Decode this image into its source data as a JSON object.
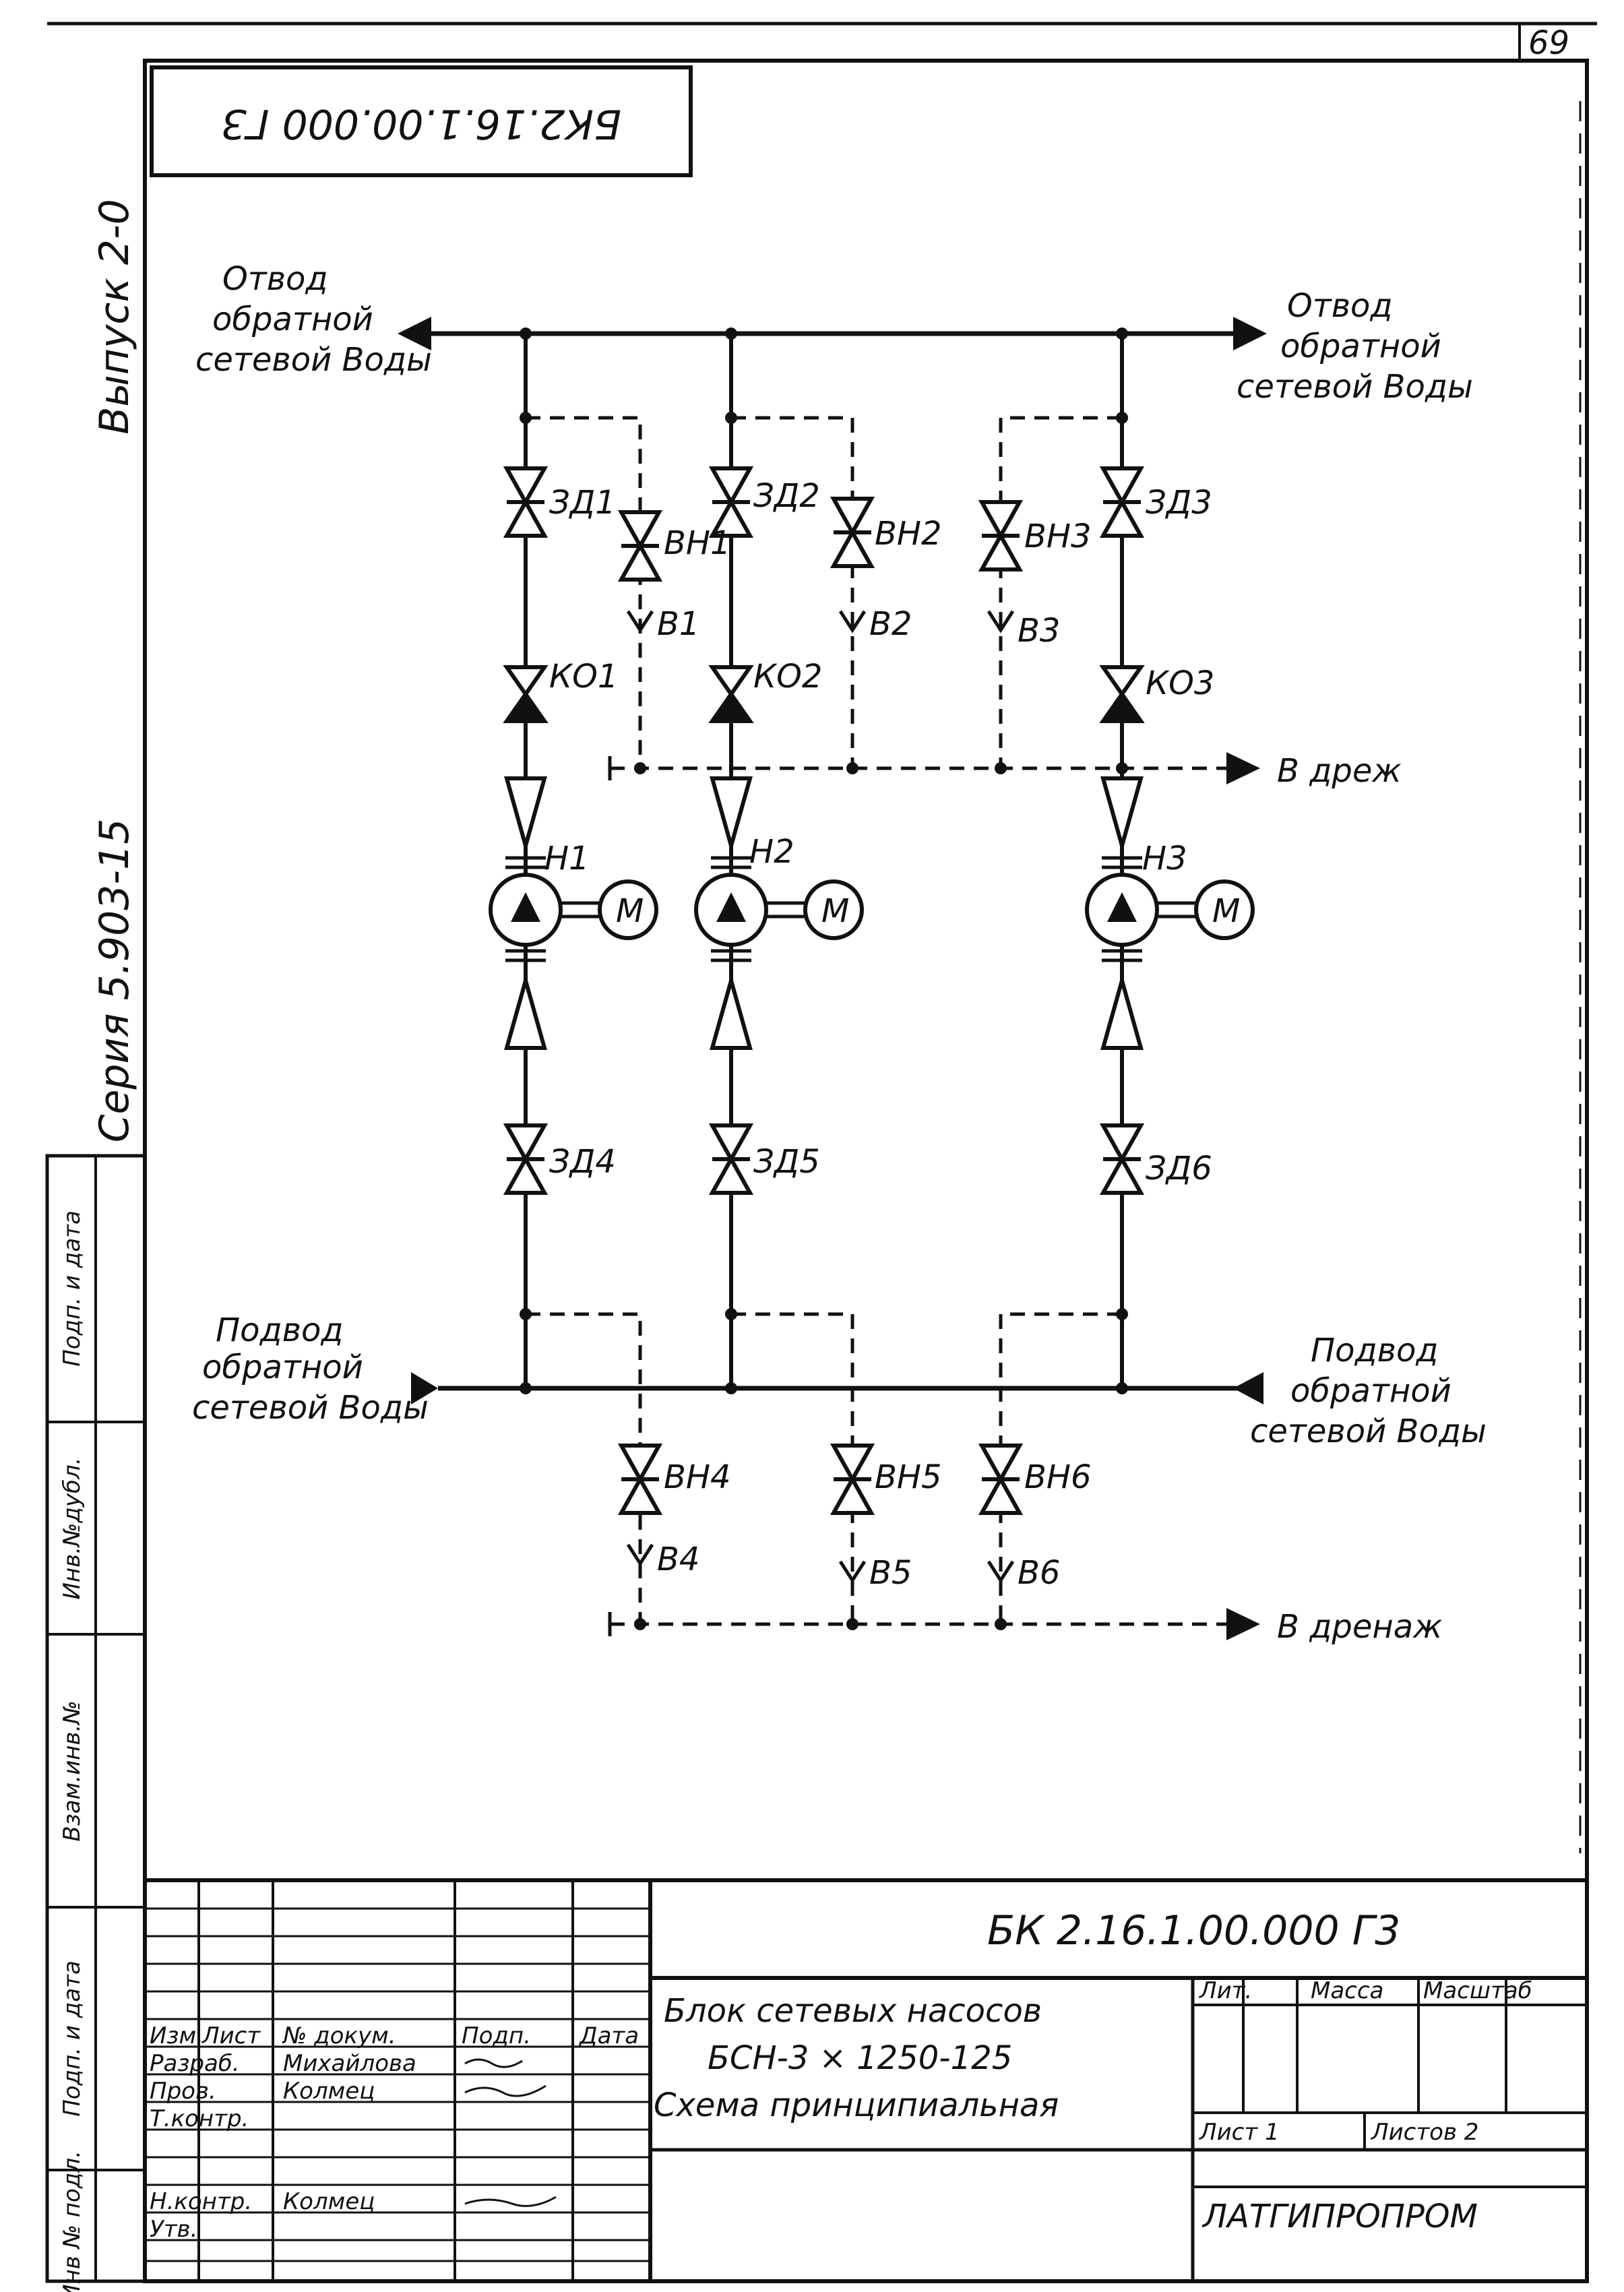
{
  "sheet": {
    "page_number": "69",
    "stamp_code_rotated": "БК2.16.1.00.000 Г3",
    "side_series": "Серия 5.903-15",
    "side_issue": "Выпуск 2-0"
  },
  "flows": {
    "top_left": [
      "Отвод",
      "обратной",
      "сетевой Воды"
    ],
    "top_right": [
      "Отвод",
      "обратной",
      "сетевой Воды"
    ],
    "bottom_left": [
      "Подвод",
      "обратной",
      "сетевой Воды"
    ],
    "bottom_right": [
      "Подвод",
      "обратной",
      "сетевой Воды"
    ],
    "drain_upper": "В дреж",
    "drain_lower": "В дренаж"
  },
  "equipment": {
    "valves_top": [
      "ЗД1",
      "ЗД2",
      "ЗД3"
    ],
    "vent_valves_top": [
      "ВН1",
      "ВН2",
      "ВН3"
    ],
    "vents_top": [
      "В1",
      "В2",
      "В3"
    ],
    "check_valves": [
      "КО1",
      "КО2",
      "КО3"
    ],
    "pumps": [
      "Н1",
      "Н2",
      "Н3"
    ],
    "motor": "М",
    "valves_bottom": [
      "ЗД4",
      "ЗД5",
      "ЗД6"
    ],
    "vent_valves_bottom": [
      "ВН4",
      "ВН5",
      "ВН6"
    ],
    "vents_bottom": [
      "В4",
      "В5",
      "В6"
    ]
  },
  "left_strip": {
    "cells": [
      "Инв № подл.",
      "Подп. и дата",
      "Взам.инв.№",
      "Инв.№дубл.",
      "Подп. и дата"
    ]
  },
  "title_block": {
    "designation": "БК 2.16.1.00.000 Г3",
    "columns": [
      "Изм.",
      "Лист",
      "№ докум.",
      "Подп.",
      "Дата"
    ],
    "rows": [
      {
        "role": "Разраб.",
        "name": "Михайлова"
      },
      {
        "role": "Пров.",
        "name": "Колмец"
      },
      {
        "role": "Т.контр.",
        "name": ""
      },
      {
        "role": "",
        "name": ""
      },
      {
        "role": "Н.контр.",
        "name": "Колмец"
      },
      {
        "role": "Утв.",
        "name": ""
      }
    ],
    "title_lines": [
      "Блок сетевых насосов",
      "БСН-3 × 1250-125",
      "Схема принципиальная"
    ],
    "lit_label": "Лит.",
    "mass_label": "Масса",
    "scale_label": "Масштаб",
    "sheet_label": "Лист 1",
    "sheets_label": "Листов 2",
    "organization": "ЛАТГИПРОПРОМ"
  }
}
